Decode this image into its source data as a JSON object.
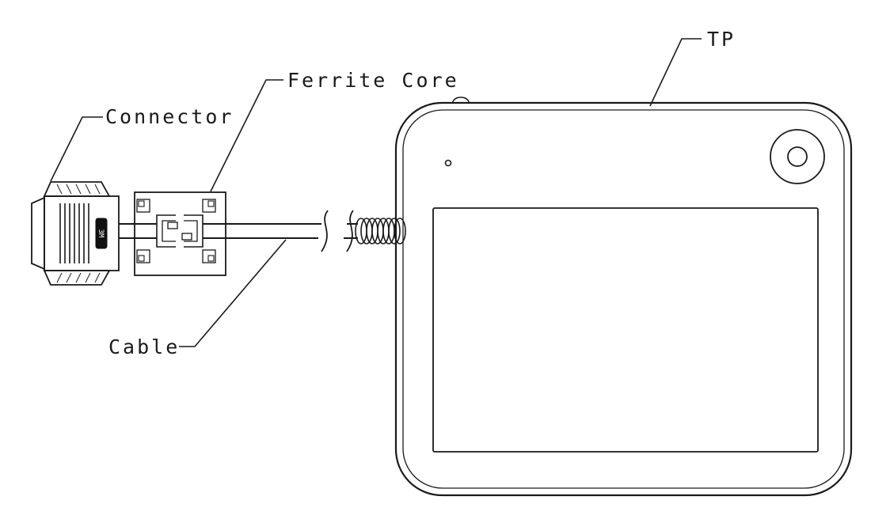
{
  "diagram": {
    "type": "technical-line-drawing",
    "description_visible_parts": [
      "connector",
      "ferrite-core",
      "cable",
      "touch-panel-device"
    ],
    "labels": {
      "connector": "Connector",
      "ferrite_core": "Ferrite Core",
      "cable": "Cable",
      "tp": "TP",
      "connector_brand": "3M"
    },
    "colors": {
      "line": "#1a1a1a",
      "background": "#ffffff"
    }
  }
}
